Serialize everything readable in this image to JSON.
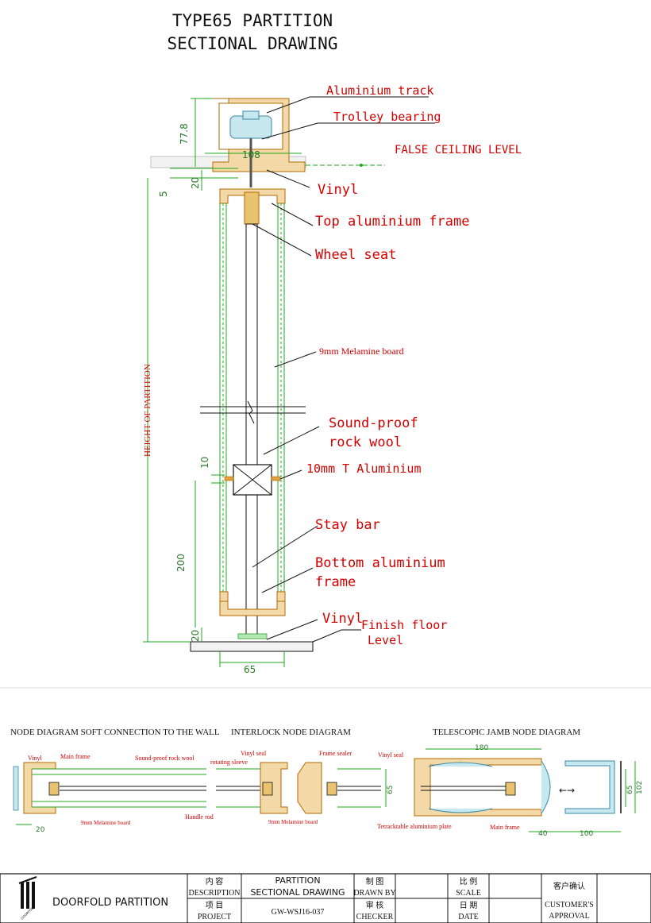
{
  "title": {
    "line1": "TYPE65 PARTITION",
    "line2": "SECTIONAL DRAWING"
  },
  "callouts": {
    "aluminium_track": "Aluminium track",
    "trolley_bearing": "Trolley bearing",
    "false_ceiling": "FALSE CEILING LEVEL",
    "vinyl_top": "Vinyl",
    "top_frame": "Top aluminium frame",
    "wheel_seat": "Wheel seat",
    "melamine_board": "9mm Melamine board",
    "rock_wool_1": "Sound-proof",
    "rock_wool_2": "rock wool",
    "t_aluminium": "10mm T Aluminium",
    "stay_bar": "Stay bar",
    "bottom_frame_1": "Bottom aluminium",
    "bottom_frame_2": "frame",
    "vinyl_bottom": "Vinyl",
    "finish_floor_1": "Finish floor",
    "finish_floor_2": "Level"
  },
  "dimensions": {
    "track_height": "77.8",
    "track_width": "108",
    "gap_top": "5",
    "vinyl_top_gap": "20",
    "height_of_partition": "HEIGHT OF PARTITION",
    "t_aluminium_height": "10",
    "bottom_height": "200",
    "bottom_gap": "20",
    "panel_width": "65"
  },
  "nodes": {
    "soft_connection": {
      "title": "NODE DIAGRAM SOFT CONNECTION TO THE WALL",
      "labels": [
        "Vinyl",
        "Main frame",
        "Sound-proof rock wool",
        "9mm Melamine board"
      ],
      "dim": "20"
    },
    "interlock": {
      "title": "INTERLOCK NODE DIAGRAM",
      "labels": [
        "Vinyl seal",
        "rotating sleeve",
        "Frame sealer",
        "Handle rod",
        "9mm Melamine board"
      ],
      "dim": "65"
    },
    "telescopic": {
      "title": "TELESCOPIC JAMB NODE DIAGRAM",
      "labels": [
        "Vinyl seal",
        "Tetracktable aluminium plate",
        "Main frame"
      ],
      "dims": [
        "180",
        "65",
        "102",
        "40",
        "100"
      ]
    }
  },
  "title_block": {
    "brand": "DOORFOLD PARTITION",
    "logo_text": "DOORFOLD",
    "description_cn": "内 容",
    "description_en": "DESCRIPTION",
    "description_value_1": "PARTITION",
    "description_value_2": "SECTIONAL DRAWING",
    "project_cn": "项 目",
    "project_en": "PROJECT",
    "project_value": "GW-WSJ16-037",
    "drawn_cn": "制 图",
    "drawn_en": "DRAWN BY",
    "checker_cn": "审 核",
    "checker_en": "CHECKER",
    "scale_cn": "比 例",
    "scale_en": "SCALE",
    "date_cn": "日 期",
    "date_en": "DATE",
    "approval_cn": "客户确认",
    "approval_en_1": "CUSTOMER'S",
    "approval_en_2": "APPROVAL"
  }
}
